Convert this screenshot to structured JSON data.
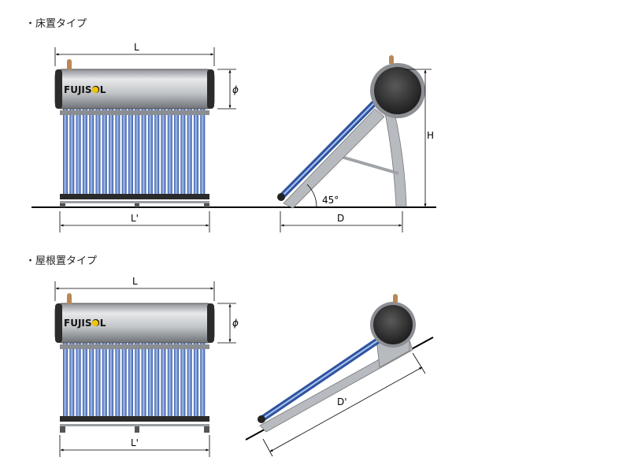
{
  "sections": [
    {
      "heading": "・床置タイプ",
      "brand": "FUJISOL",
      "dims": {
        "width": "L",
        "diameter": "ϕ",
        "base_width": "L'",
        "height": "H",
        "depth": "D",
        "angle": "45°"
      }
    },
    {
      "heading": "・屋根置タイプ",
      "brand": "FUJISOL",
      "dims": {
        "width": "L",
        "diameter": "ϕ",
        "base_width": "L'",
        "slope_length": "D'"
      }
    }
  ],
  "tube_count": 22,
  "colors": {
    "tube": "#3f67b8",
    "tube_light": "#a9c2ee",
    "tank": "#b9bcc0",
    "tank_dark": "#3a3a3a",
    "line": "#000000",
    "valve": "#b98856",
    "logo_dot": "#f3c400"
  }
}
